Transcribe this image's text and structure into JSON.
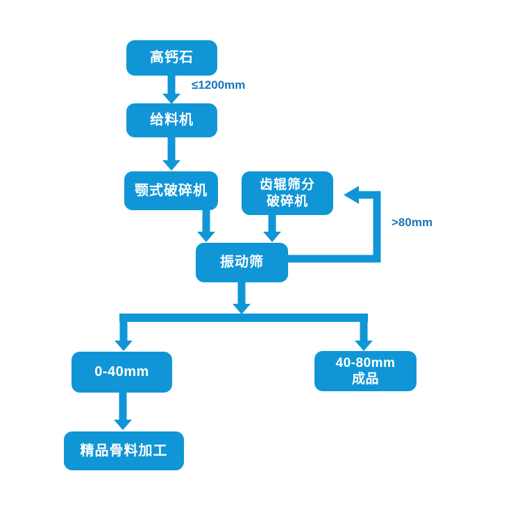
{
  "colors": {
    "box_blue": "#1096d6",
    "label_blue": "#1a74b8",
    "box_text": "#ffffff",
    "background": "#ffffff"
  },
  "diagram": {
    "nodes": {
      "high_calcium_stone": "高钙石",
      "feeder": "给料机",
      "jaw_crusher": "颚式破碎机",
      "tooth_roller_line1": "齿辊筛分",
      "tooth_roller_line2": "破碎机",
      "vibrating_screen": "振动筛",
      "size_0_40": "0-40mm",
      "size_40_80_line1": "40-80mm",
      "size_40_80_line2": "成品",
      "fine_aggregate": "精品骨料加工"
    },
    "labels": {
      "feed_size": "≤1200mm",
      "oversize": ">80mm"
    }
  }
}
